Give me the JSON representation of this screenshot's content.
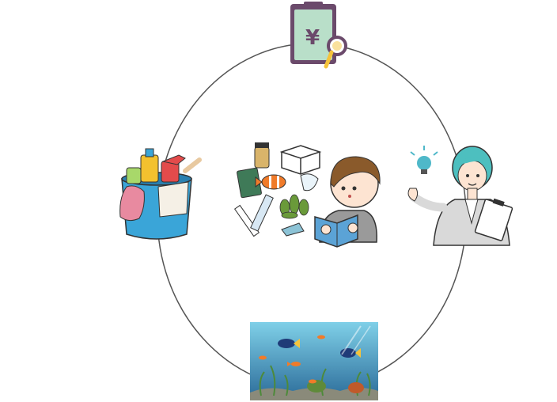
{
  "cycle": {
    "ring_color": "#555555",
    "nodes": [
      {
        "name": "cost-estimate",
        "icon": "clipboard-yen-magnifier-icon",
        "symbol": "¥",
        "colors": {
          "board": "#b9dfc9",
          "frame": "#6b4a6b",
          "lens": "#f5c33b"
        }
      },
      {
        "name": "consultant",
        "icon": "staff-with-clipboard-and-idea-icon",
        "colors": {
          "hair": "#4dbfbf",
          "suit": "#d9d9d9",
          "bulb": "#4fb8c9"
        }
      },
      {
        "name": "aquarium",
        "icon": "fish-tank-icon",
        "colors": {
          "water_top": "#7fd0e8",
          "water_bottom": "#2a6a98",
          "plant": "#4d8a3a"
        }
      },
      {
        "name": "maintenance",
        "icon": "cleaning-bucket-icon",
        "colors": {
          "bucket": "#3aa5d8",
          "glove": "#e88aa0",
          "bottle": "#f3c12f"
        }
      }
    ],
    "center": {
      "name": "research",
      "icon": "boy-reading-aquarium-guide-icon",
      "colors": {
        "hair": "#8a5a2b",
        "book": "#5ba3d6",
        "fish": "#f07b2a"
      }
    }
  }
}
